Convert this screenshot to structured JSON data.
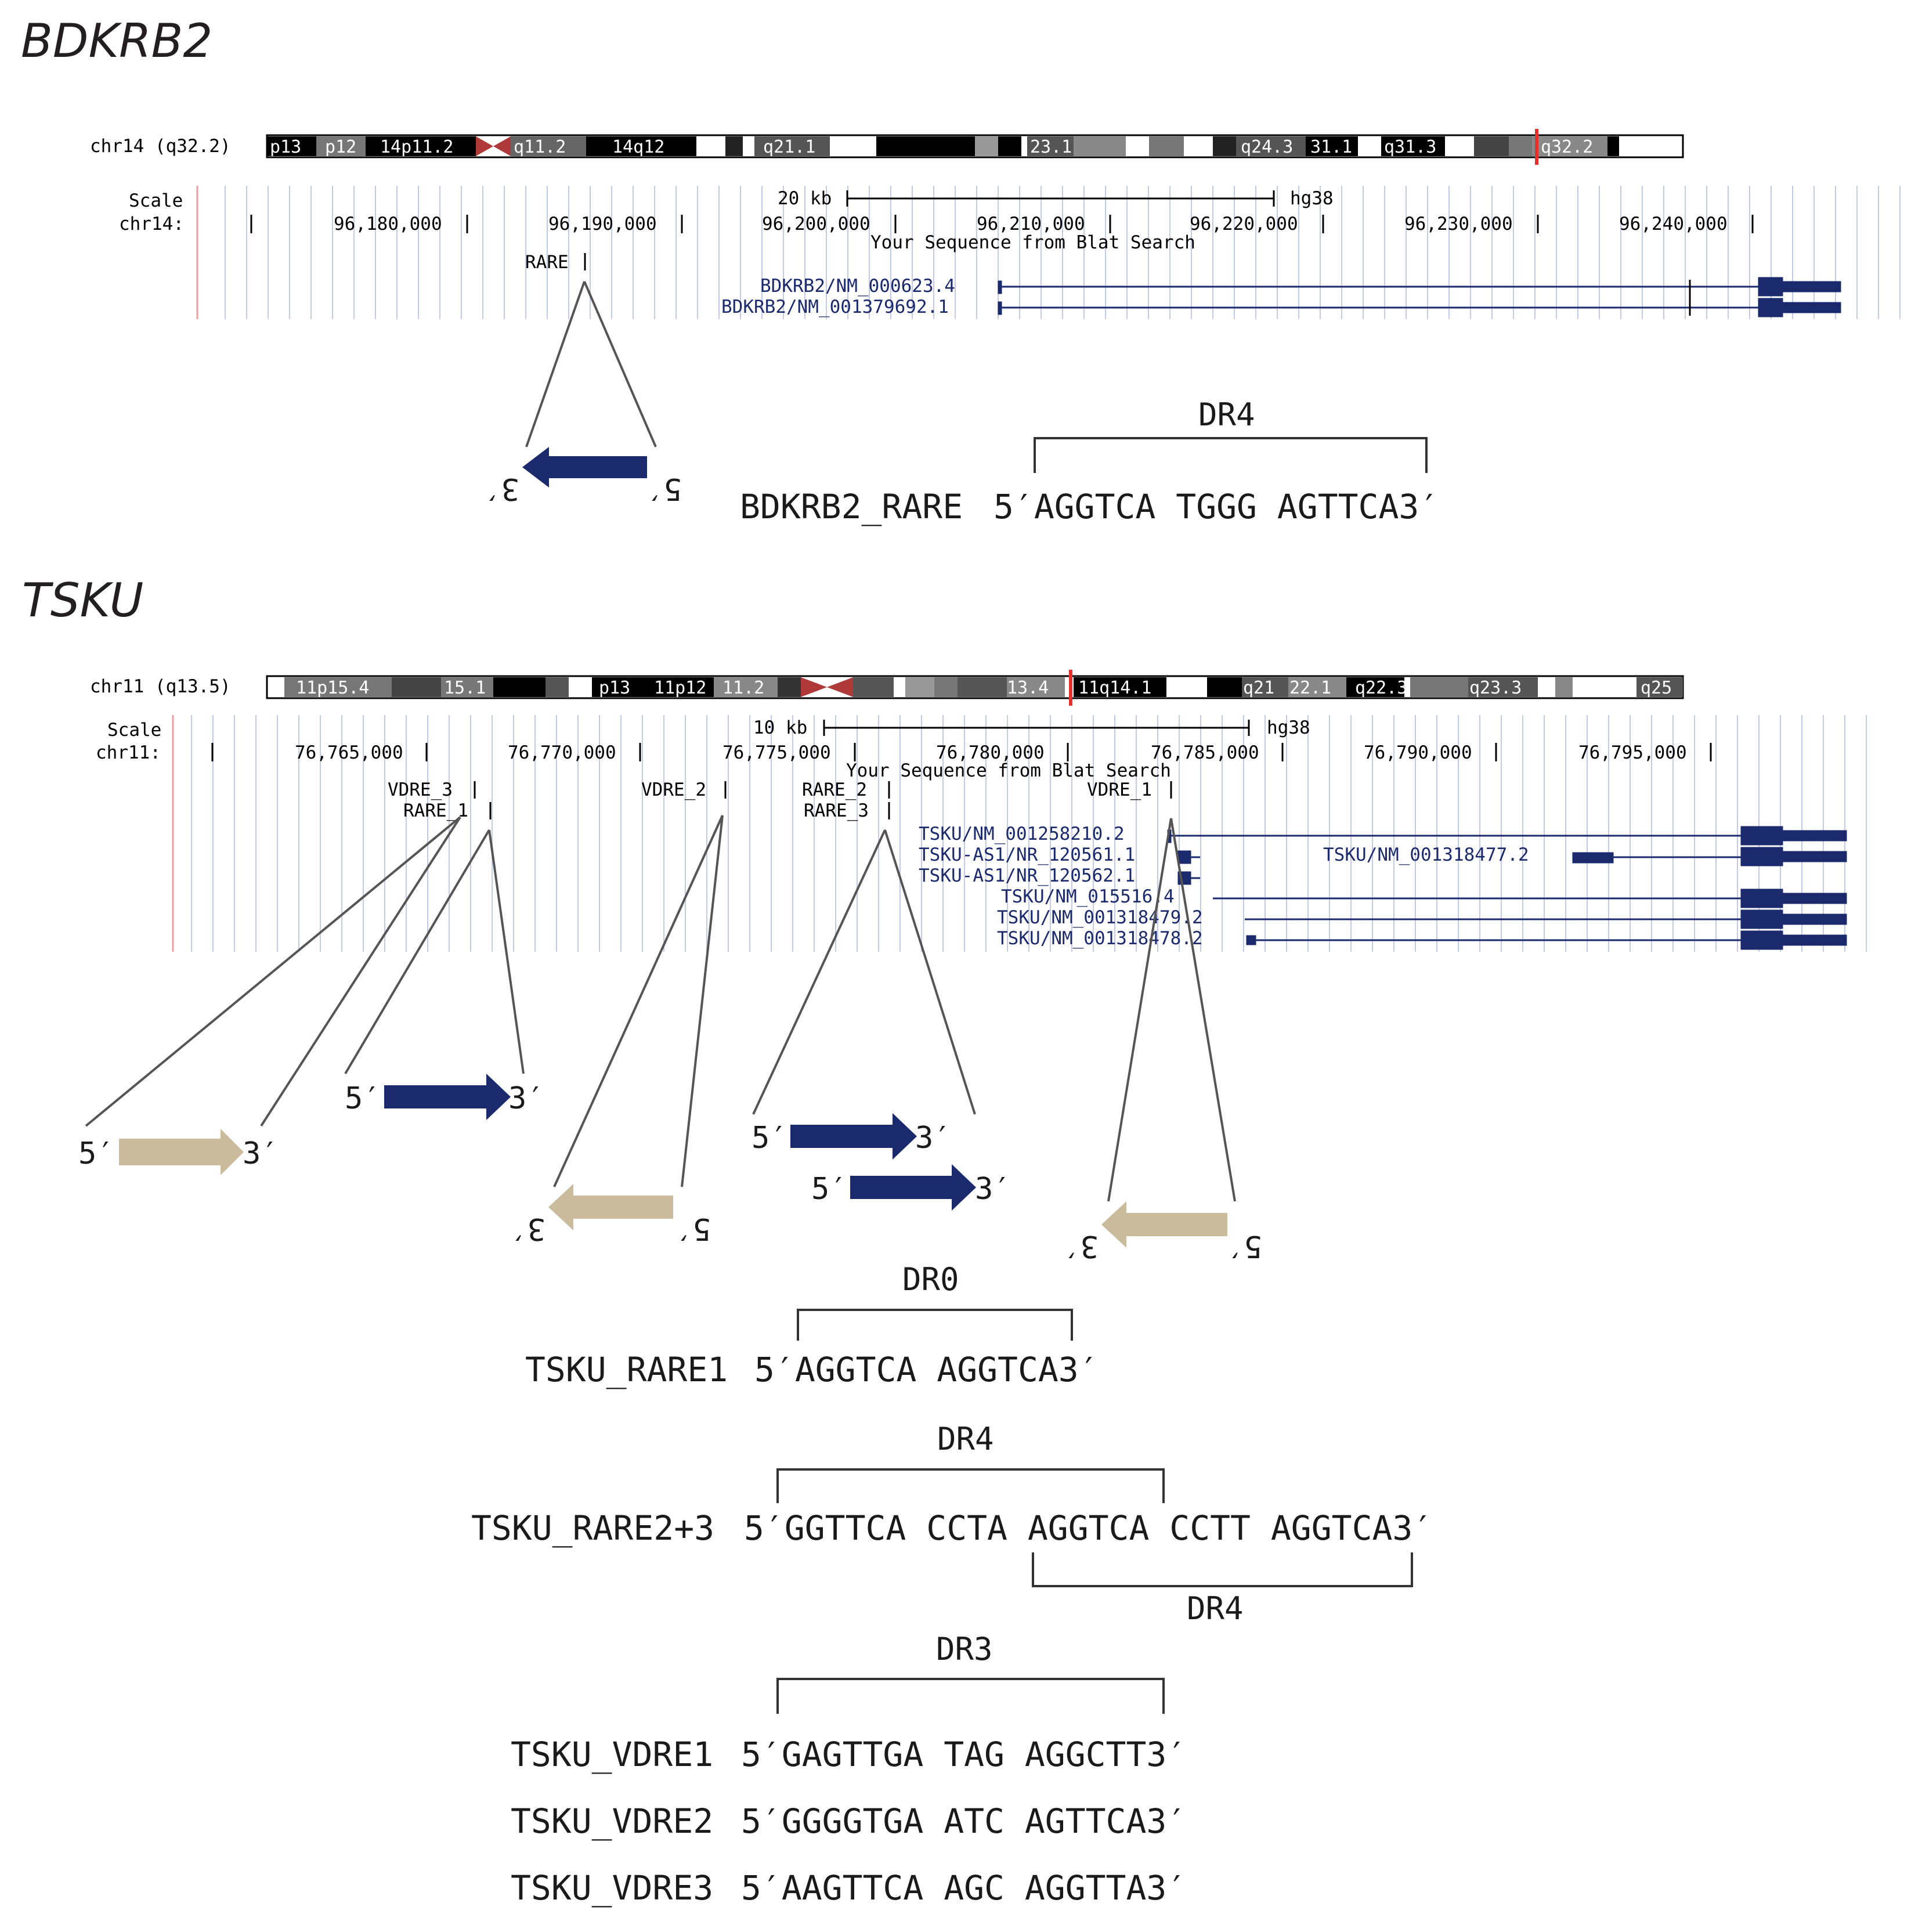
{
  "sections": [
    {
      "id": "bdkrb2",
      "title": "BDKRB2",
      "ideogram_label": "chr14 (q32.2)",
      "bands": [
        "p13",
        "p12",
        "14p11.2",
        "q11.2",
        "14q12",
        "q21.1",
        "23.1",
        "q24.3",
        "31.1",
        "q31.3",
        "q32.2"
      ],
      "scale_label": "Scale",
      "chrom_label": "chr14:",
      "scale_bar": "20 kb",
      "assembly": "hg38",
      "ticks": [
        "96,180,000",
        "96,190,000",
        "96,200,000",
        "96,210,000",
        "96,220,000",
        "96,230,000",
        "96,240,000"
      ],
      "blat_label": "Your Sequence from Blat Search",
      "elements": [
        "RARE"
      ],
      "transcripts": [
        "BDKRB2/NM_000623.4",
        "BDKRB2/NM_001379692.1"
      ],
      "motifs": [
        {
          "name": "BDKRB2_RARE",
          "seq": "5′AGGTCA TGGG AGTTCA3′",
          "bracket": "DR4"
        }
      ]
    },
    {
      "id": "tsku",
      "title": "TSKU",
      "ideogram_label": "chr11 (q13.5)",
      "bands": [
        "11p15.4",
        "15.1",
        "p13",
        "11p12",
        "11.2",
        "13.4",
        "11q14.1",
        "q21",
        "22.1",
        "q22.3",
        "q23.3",
        "q25"
      ],
      "scale_label": "Scale",
      "chrom_label": "chr11:",
      "scale_bar": "10 kb",
      "assembly": "hg38",
      "ticks": [
        "76,765,000",
        "76,770,000",
        "76,775,000",
        "76,780,000",
        "76,785,000",
        "76,790,000",
        "76,795,000"
      ],
      "blat_label": "Your Sequence from Blat Search",
      "elements": [
        "VDRE_3",
        "RARE_1",
        "VDRE_2",
        "RARE_2",
        "RARE_3",
        "VDRE_1"
      ],
      "transcripts": [
        "TSKU/NM_001258210.2",
        "TSKU-AS1/NR_120561.1",
        "TSKU-AS1/NR_120562.1",
        "TSKU/NM_015516.4",
        "TSKU/NM_001318479.2",
        "TSKU/NM_001318478.2",
        "TSKU/NM_001318477.2"
      ],
      "motifs": [
        {
          "name": "TSKU_RARE1",
          "seq": "5′AGGTCA AGGTCA3′",
          "bracket": "DR0"
        },
        {
          "name": "TSKU_RARE2+3",
          "seq": "5′GGTTCA CCTA AGGTCA CCTT AGGTCA3′",
          "bracket": "DR4",
          "bracket2": "DR4"
        },
        {
          "name": "TSKU_VDRE1",
          "seq": "5′GAGTTGA TAG AGGCTT3′",
          "bracket": "DR3"
        },
        {
          "name": "TSKU_VDRE2",
          "seq": "5′GGGGTGA ATC AGTTCA3′"
        },
        {
          "name": "TSKU_VDRE3",
          "seq": "5′AAGTTCA AGC AGGTTA3′"
        }
      ]
    }
  ],
  "primes": {
    "five": "5′",
    "three": "3′"
  },
  "colors": {
    "navy": "#1a2a6c",
    "beige": "#c9bb9b",
    "grid": "#c5c9e8",
    "centromere": "#b03a3a",
    "marker": "#e53030"
  }
}
